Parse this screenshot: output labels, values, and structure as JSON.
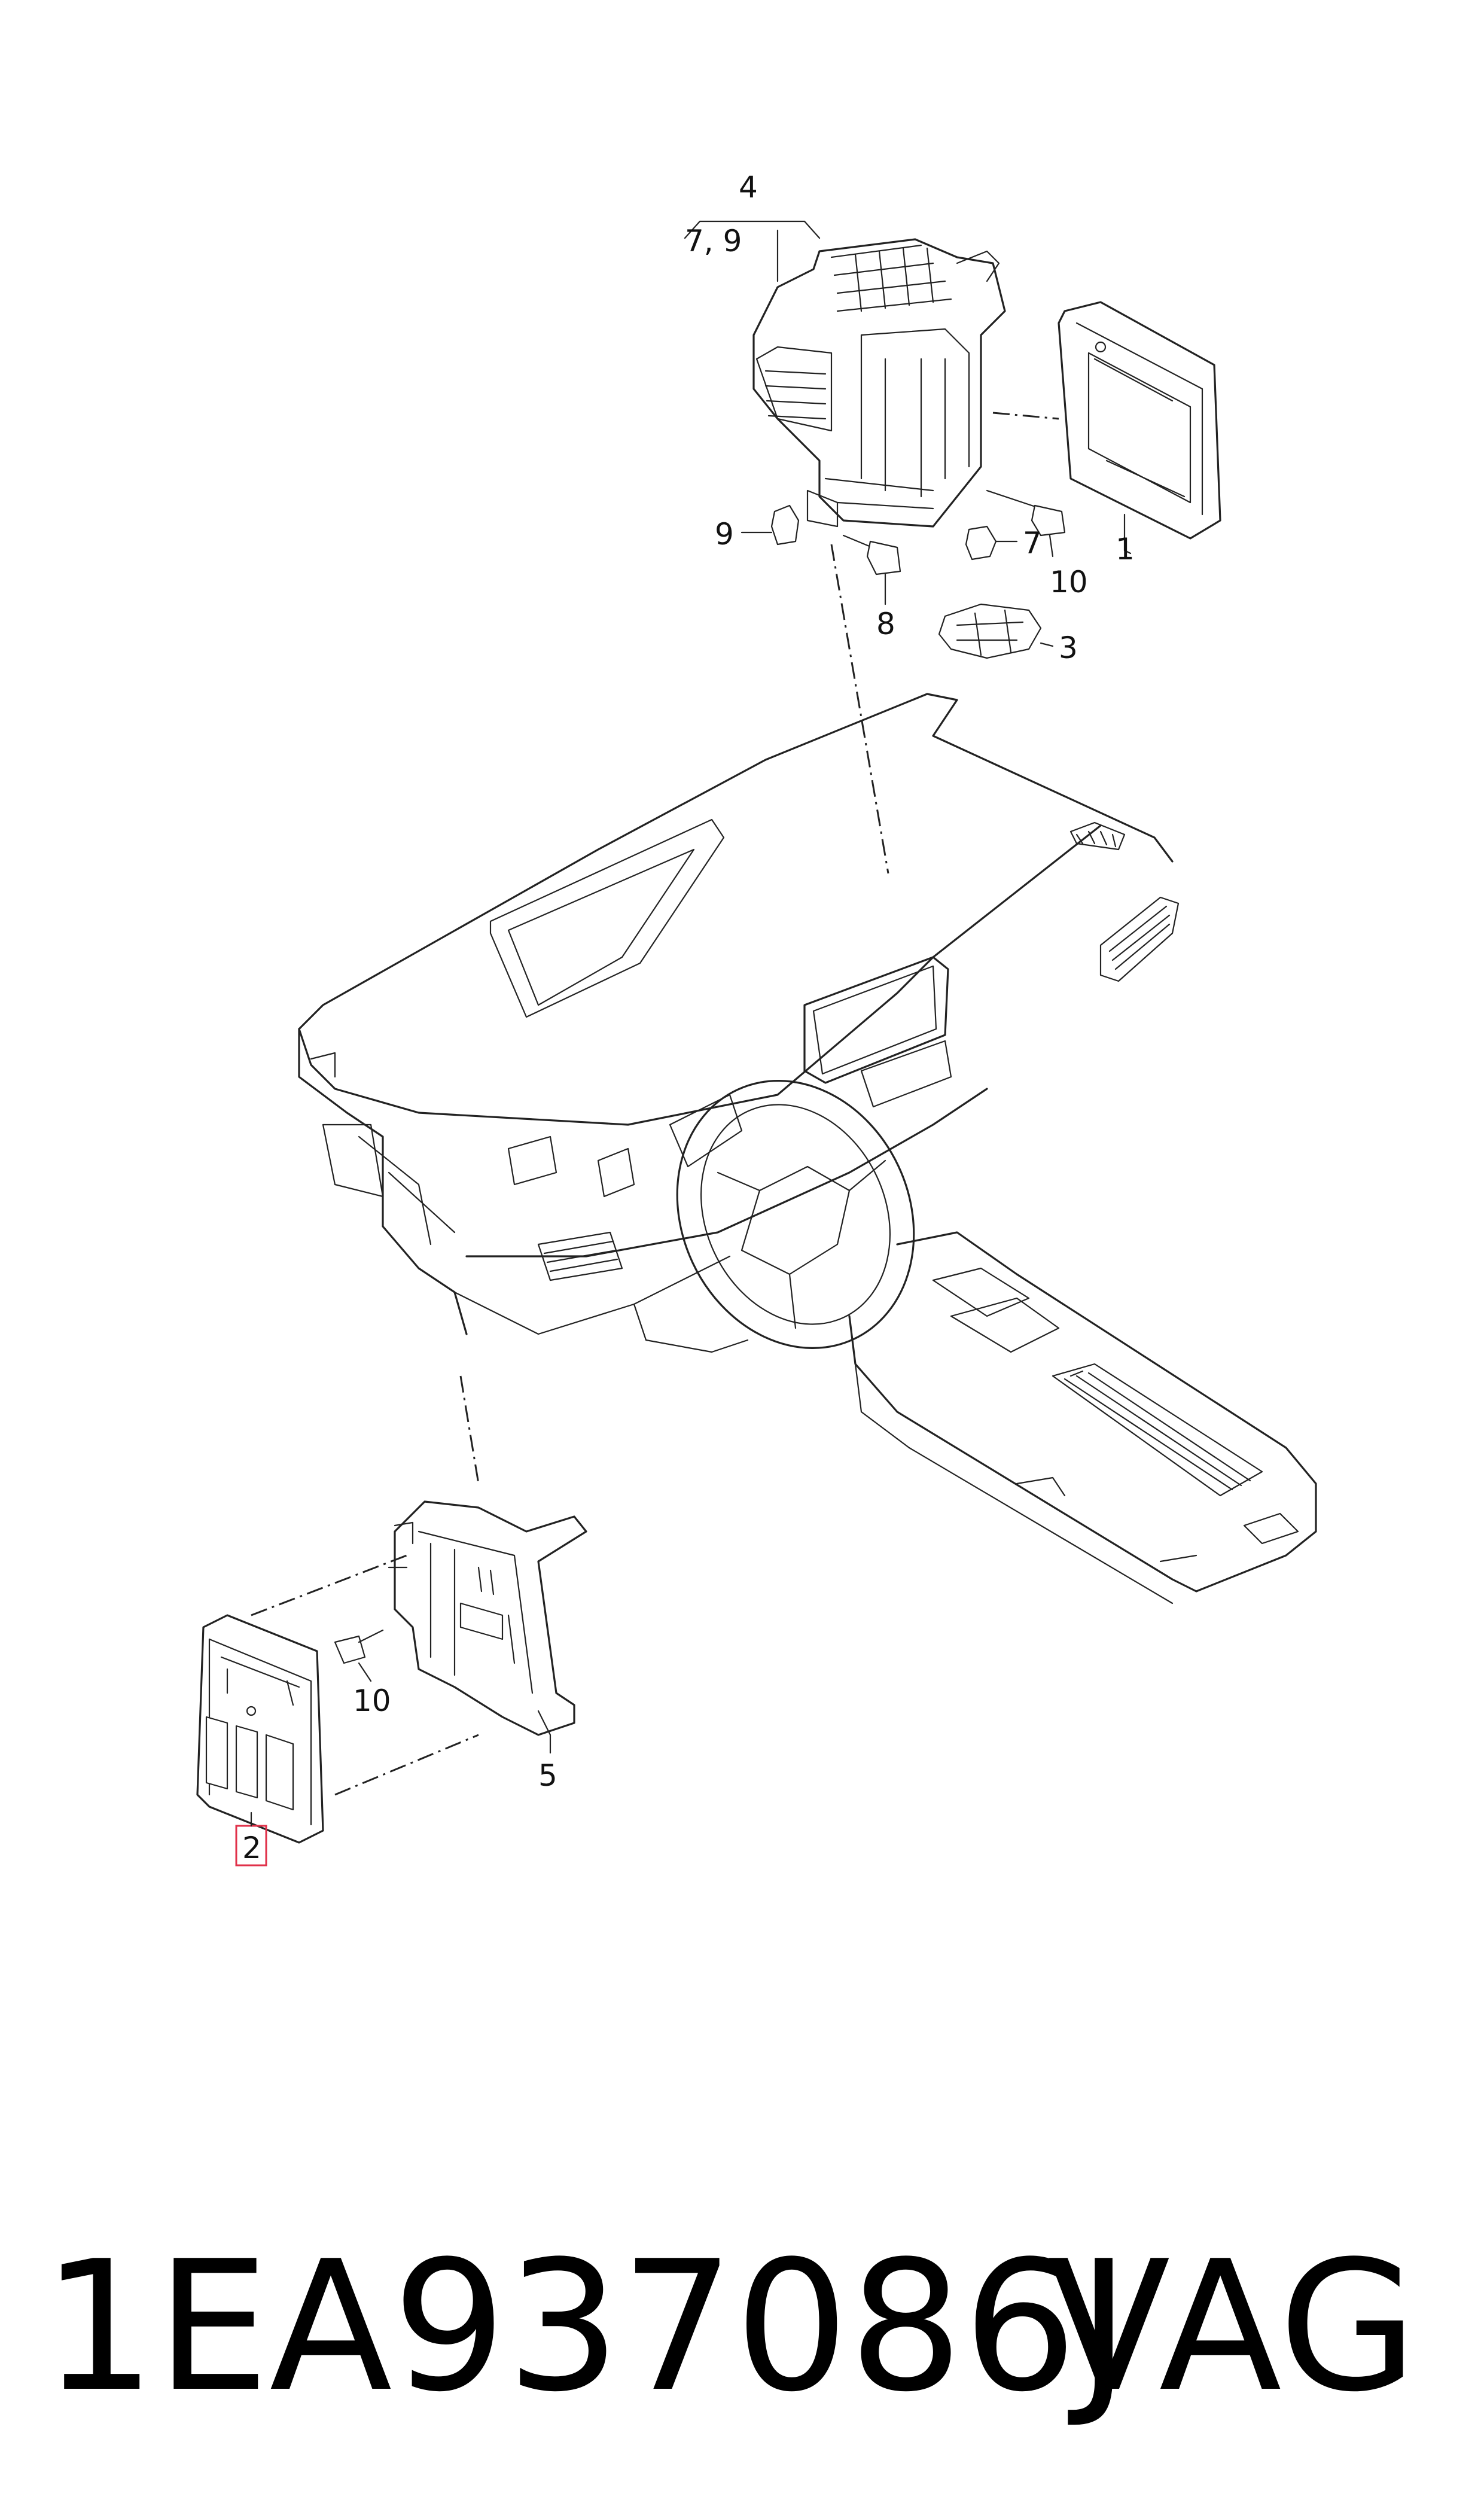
{
  "callouts": {
    "c4": "4",
    "c79": "7, 9",
    "c9": "9",
    "c7": "7",
    "c10_top": "10",
    "c1": "1",
    "c8": "8",
    "c3": "3",
    "c10_bottom": "10",
    "c5": "5",
    "c2": "2"
  },
  "highlight_color": "#e0314a",
  "footer": {
    "part_number": "1EA937086J",
    "brand": "VAG"
  }
}
